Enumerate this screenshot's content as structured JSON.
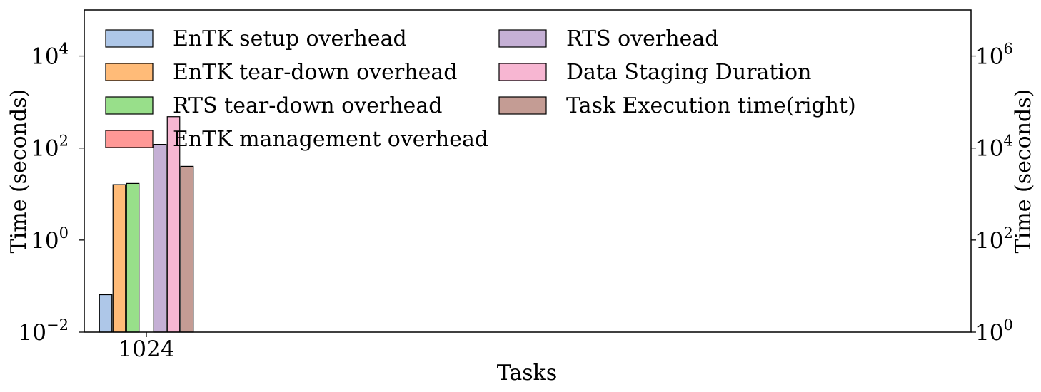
{
  "chart_data": {
    "type": "bar",
    "categories": [
      "1024"
    ],
    "xlabel": "Tasks",
    "ylabel": "Time (seconds)",
    "ylabel_right": "Time (seconds)",
    "yscale": "log",
    "ylim": [
      0.01,
      100000
    ],
    "ylim_right": [
      1,
      10000000
    ],
    "yticks": [
      {
        "base": "10",
        "exp": "−2"
      },
      {
        "base": "10",
        "exp": "0"
      },
      {
        "base": "10",
        "exp": "2"
      },
      {
        "base": "10",
        "exp": "4"
      }
    ],
    "yticks_right": [
      {
        "base": "10",
        "exp": "0"
      },
      {
        "base": "10",
        "exp": "2"
      },
      {
        "base": "10",
        "exp": "4"
      },
      {
        "base": "10",
        "exp": "6"
      }
    ],
    "legend_position": "top-left",
    "legend_columns": 2,
    "series": [
      {
        "name": "EnTK setup overhead",
        "values": [
          0.065
        ],
        "color": "#aec7e8",
        "axis": "left"
      },
      {
        "name": "EnTK tear-down overhead",
        "values": [
          16
        ],
        "color": "#ffbb78",
        "axis": "left"
      },
      {
        "name": "RTS tear-down overhead",
        "values": [
          17
        ],
        "color": "#98df8a",
        "axis": "left"
      },
      {
        "name": "EnTK management overhead",
        "values": [
          0
        ],
        "color": "#ff9896",
        "axis": "left"
      },
      {
        "name": "RTS overhead",
        "values": [
          120
        ],
        "color": "#c5b0d5",
        "axis": "left"
      },
      {
        "name": "Data Staging Duration",
        "values": [
          480
        ],
        "color": "#f7b6d2",
        "axis": "left"
      },
      {
        "name": "Task Execution time(right)",
        "values": [
          4000
        ],
        "color": "#c49c94",
        "axis": "right"
      }
    ]
  }
}
